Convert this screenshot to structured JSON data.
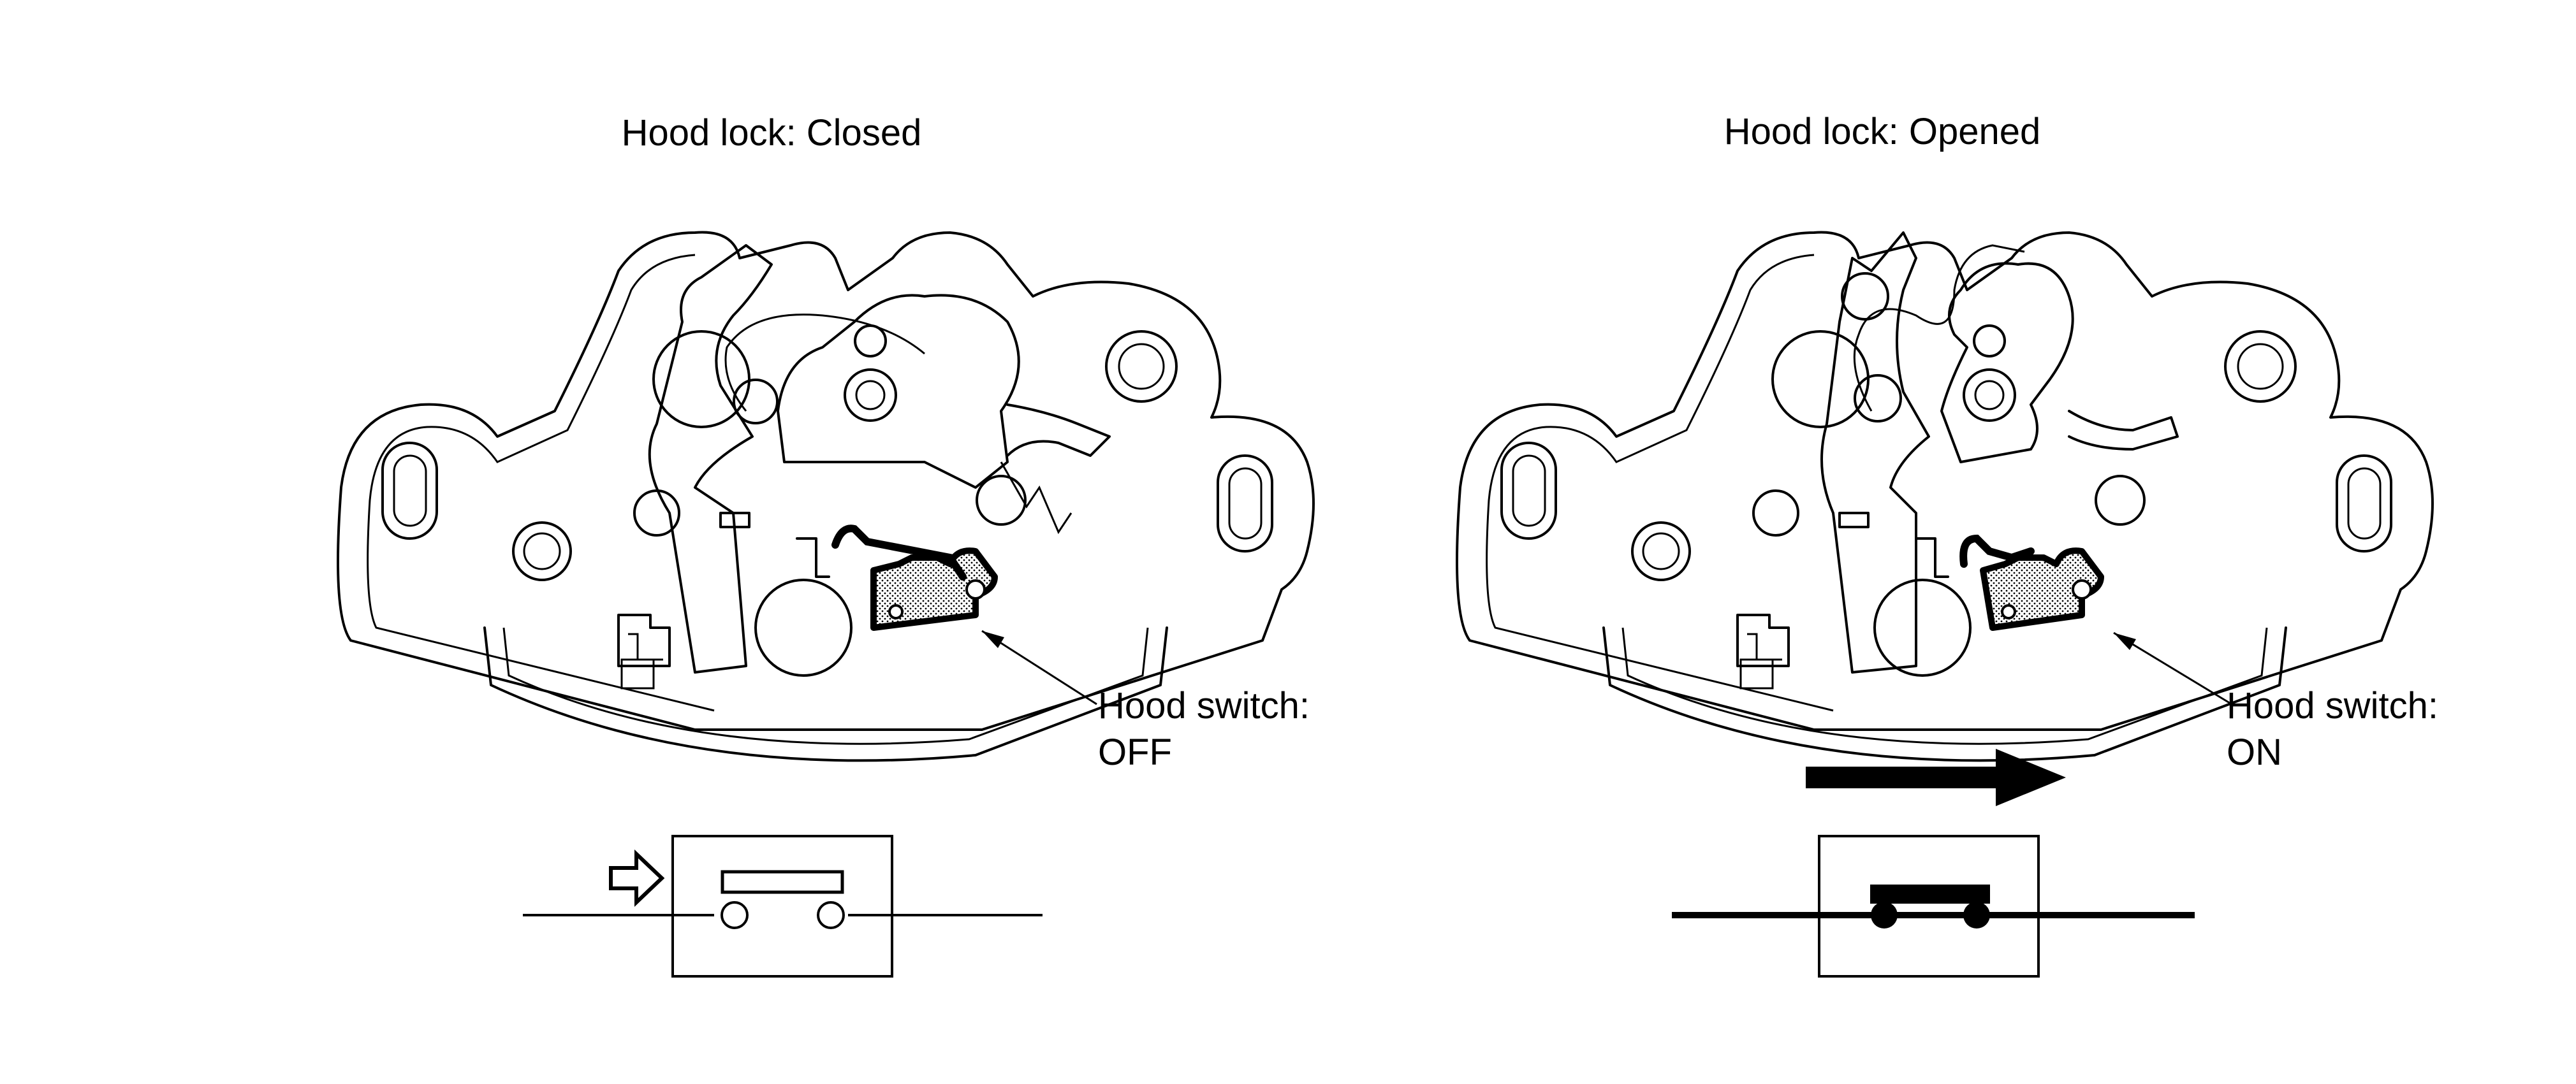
{
  "closed": {
    "title": "Hood lock: Closed",
    "switch_label_line1": "Hood switch:",
    "switch_label_line2": "OFF",
    "switch_state": "off"
  },
  "opened": {
    "title": "Hood lock: Opened",
    "switch_label_line1": "Hood switch:",
    "switch_label_line2": "ON",
    "switch_state": "on"
  },
  "icons": {
    "closed_push_arrow": "hollow-right-arrow-icon",
    "opened_motion_arrow": "solid-right-arrow-icon"
  },
  "colors": {
    "line": "#000000",
    "background": "#ffffff",
    "switch_fill": "stippled gray"
  }
}
